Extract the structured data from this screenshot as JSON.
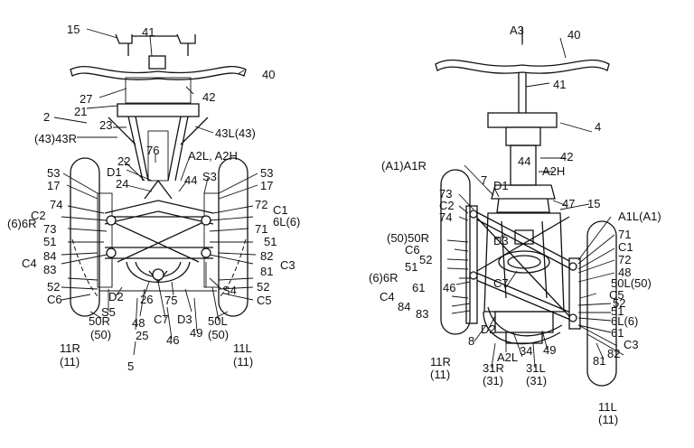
{
  "figure": {
    "left_view": {
      "labels": {
        "l15": "15",
        "l41": "41",
        "l40": "40",
        "l42": "42",
        "l27": "27",
        "l21": "21",
        "l23": "23",
        "l2": "2",
        "l43R": "(43)43R",
        "l43L": "43L(43)",
        "l76": "76",
        "lA2": "A2L, A2H",
        "l22": "22",
        "lD1": "D1",
        "l24": "24",
        "l44": "44",
        "lS3": "S3",
        "l53a": "53",
        "l53b": "53",
        "l17a": "17",
        "l17b": "17",
        "l74": "74",
        "l72": "72",
        "lC2": "C2",
        "lC1": "C1",
        "l6R": "(6)6R",
        "l6L": "6L(6)",
        "l73": "73",
        "l71": "71",
        "l51a": "51",
        "l51b": "51",
        "lC4": "C4",
        "l82": "82",
        "l84": "84",
        "lC3": "C3",
        "l83": "83",
        "l81": "81",
        "l52a": "52",
        "l52b": "52",
        "lC6": "C6",
        "lC5": "C5",
        "lD2": "D2",
        "l26": "26",
        "l75": "75",
        "lS4": "S4",
        "lS5": "S5",
        "lC7": "C7",
        "lD3": "D3",
        "l50R": "50R",
        "l50Rp": "(50)",
        "l48": "48",
        "l25": "25",
        "l46": "46",
        "l49": "49",
        "l50L": "50L",
        "l50Lp": "(50)",
        "l11R": "11R",
        "l11Rp": "(11)",
        "l11L": "11L",
        "l11Lp": "(11)",
        "l5": "5"
      }
    },
    "right_view": {
      "labels": {
        "lA3": "A3",
        "l40": "40",
        "l41": "41",
        "l4": "4",
        "l42": "42",
        "l44": "44",
        "lA2H": "A2H",
        "lA1R": "(A1)A1R",
        "l7": "7",
        "lD1": "D1",
        "l73": "73",
        "l47": "47",
        "l15": "15",
        "lC2": "C2",
        "lA1L": "A1L(A1)",
        "l74": "74",
        "lD3": "D3",
        "l71": "71",
        "l50R": "(50)50R",
        "lC1": "C1",
        "lC6": "C6",
        "l52": "52",
        "l72": "72",
        "l51": "51",
        "l48": "48",
        "l6R": "(6)6R",
        "l50L": "50L(50)",
        "l61a": "61",
        "l46": "46",
        "lC7": "C7",
        "lC5": "C5",
        "lC4": "C4",
        "l52b": "52",
        "l84": "84",
        "l51b": "51",
        "l83": "83",
        "l6L": "6L(6)",
        "lD2": "D2",
        "l61b": "61",
        "l8": "8",
        "l34": "34",
        "lA2L": "A2L",
        "l49": "49",
        "lC3": "C3",
        "l31R": "31R",
        "l31Rp": "(31)",
        "l31L": "31L",
        "l31Lp": "(31)",
        "l82": "82",
        "l81": "81",
        "l11R": "11R",
        "l11Rp": "(11)",
        "l11L": "11L",
        "l11Lp": "(11)"
      }
    }
  }
}
